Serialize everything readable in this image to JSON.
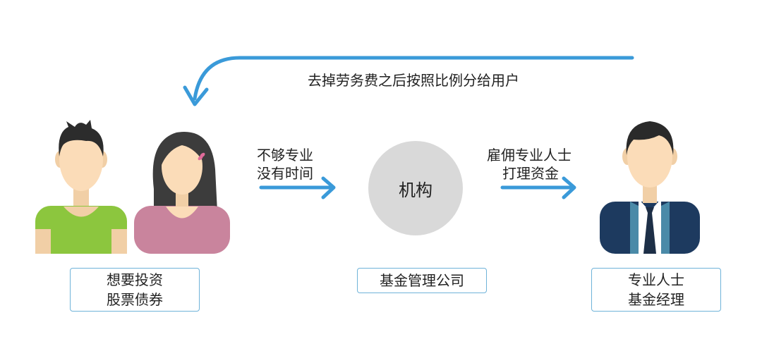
{
  "top_flow": {
    "text": "去掉劳务费之后按照比例分给用户"
  },
  "left_arrow": {
    "line1": "不够专业",
    "line2": "没有时间"
  },
  "right_arrow": {
    "line1": "雇佣专业人士",
    "line2": "打理资金"
  },
  "center": {
    "label": "机构"
  },
  "boxes": {
    "users": {
      "line1": "想要投资",
      "line2": "股票债券"
    },
    "company": {
      "line1": "基金管理公司"
    },
    "manager": {
      "line1": "专业人士",
      "line2": "基金经理"
    }
  },
  "colors": {
    "arrow": "#3a9ad9",
    "box_border": "#6fb3d9",
    "circle": "#d9d9d9"
  }
}
